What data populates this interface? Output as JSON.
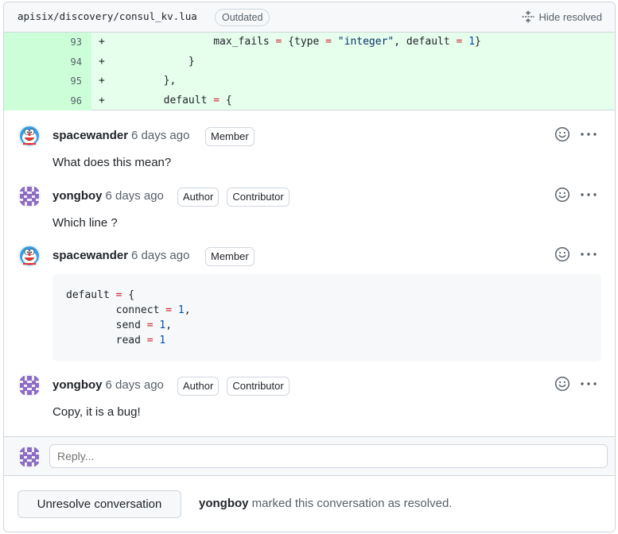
{
  "header": {
    "file_path": "apisix/discovery/consul_kv.lua",
    "outdated_label": "Outdated",
    "hide_resolved_label": "Hide resolved"
  },
  "diff_lines": [
    {
      "num": "93",
      "sign": "+",
      "indent": "                ",
      "parts": [
        [
          "t",
          "max_fails "
        ],
        [
          "op",
          "="
        ],
        [
          "t",
          " {type "
        ],
        [
          "op",
          "="
        ],
        [
          "t",
          " "
        ],
        [
          "str",
          "\"integer\""
        ],
        [
          "t",
          ", default "
        ],
        [
          "op",
          "="
        ],
        [
          "t",
          " "
        ],
        [
          "num",
          "1"
        ],
        [
          "t",
          "}"
        ]
      ]
    },
    {
      "num": "94",
      "sign": "+",
      "indent": "            ",
      "parts": [
        [
          "t",
          "}"
        ]
      ]
    },
    {
      "num": "95",
      "sign": "+",
      "indent": "        ",
      "parts": [
        [
          "t",
          "},"
        ]
      ]
    },
    {
      "num": "96",
      "sign": "+",
      "indent": "        ",
      "parts": [
        [
          "t",
          "default "
        ],
        [
          "op",
          "="
        ],
        [
          "t",
          " {"
        ]
      ]
    }
  ],
  "comments": [
    {
      "author": "spacewander",
      "time": "6 days ago",
      "badges": [
        "Member"
      ],
      "body": "What does this mean?",
      "avatar": "doraemon"
    },
    {
      "author": "yongboy",
      "time": "6 days ago",
      "badges": [
        "Author",
        "Contributor"
      ],
      "body": "Which line ?",
      "avatar": "identicon"
    },
    {
      "author": "spacewander",
      "time": "6 days ago",
      "badges": [
        "Member"
      ],
      "body": "",
      "avatar": "doraemon",
      "code": [
        [
          [
            "t",
            "default "
          ],
          [
            "op",
            "="
          ],
          [
            "t",
            " {"
          ]
        ],
        [
          [
            "t",
            "        connect "
          ],
          [
            "op",
            "="
          ],
          [
            "t",
            " "
          ],
          [
            "num",
            "1"
          ],
          [
            "t",
            ","
          ]
        ],
        [
          [
            "t",
            "        send "
          ],
          [
            "op",
            "="
          ],
          [
            "t",
            " "
          ],
          [
            "num",
            "1"
          ],
          [
            "t",
            ","
          ]
        ],
        [
          [
            "t",
            "        read "
          ],
          [
            "op",
            "="
          ],
          [
            "t",
            " "
          ],
          [
            "num",
            "1"
          ]
        ]
      ]
    },
    {
      "author": "yongboy",
      "time": "6 days ago",
      "badges": [
        "Author",
        "Contributor"
      ],
      "body": "Copy, it is a bug!",
      "avatar": "identicon"
    }
  ],
  "reply": {
    "placeholder": "Reply..."
  },
  "resolve": {
    "button_label": "Unresolve conversation",
    "resolver": "yongboy",
    "note": "marked this conversation as resolved."
  },
  "icons": {
    "emoji": "smiley-icon",
    "more": "kebab-horizontal-icon",
    "hide": "fold-icon"
  },
  "colors": {
    "diff_bg": "#e6ffec",
    "diff_num_bg": "#ccffd8",
    "keyword": "#cf222e",
    "number": "#0550ae",
    "string": "#0a3069"
  }
}
